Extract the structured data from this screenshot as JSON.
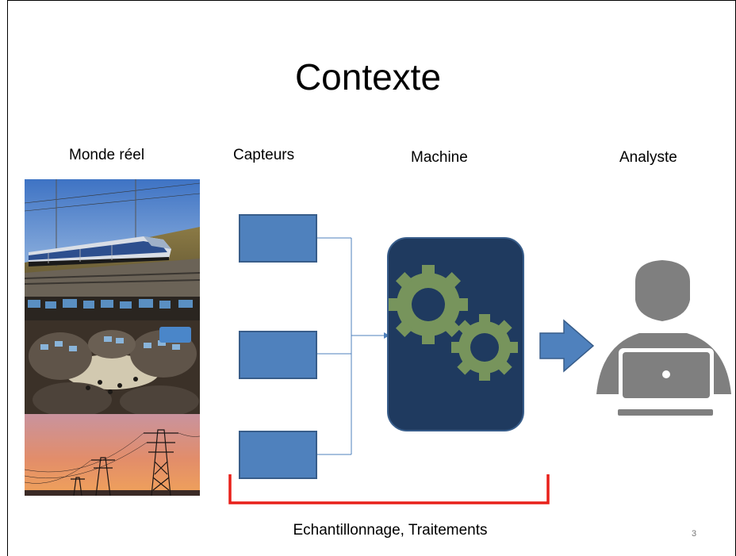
{
  "slide": {
    "title": "Contexte",
    "page_number": "3",
    "footer": "Echantillonnage, Traitements"
  },
  "columns": {
    "real_world": "Monde réel",
    "sensors": "Capteurs",
    "machine": "Machine",
    "analyst": "Analyste"
  },
  "colors": {
    "sensor_box": "#4f81bd",
    "sensor_border": "#385d8a",
    "machine_box": "#1f3a5f",
    "gear": "#77945c",
    "arrow": "#4f81bd",
    "analyst_icon": "#7f7f7f",
    "bracket": "#e8201a"
  },
  "icons": [
    "train-photo",
    "trading-floor-photo",
    "power-lines-photo",
    "gears-icon",
    "arrow-right-icon",
    "person-laptop-icon"
  ]
}
